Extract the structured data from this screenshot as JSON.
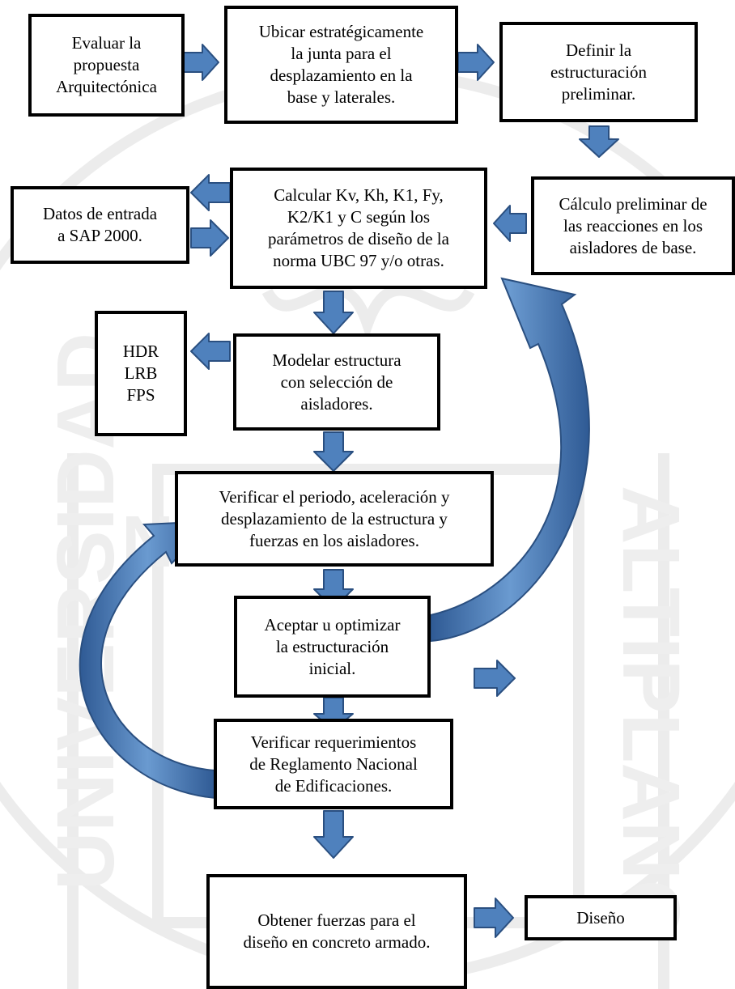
{
  "colors": {
    "arrow_fill": "#4f81bd",
    "arrow_stroke": "#2a4f80",
    "box_border": "#000000",
    "watermark": "#ececec"
  },
  "watermark": {
    "text_left": "UNIVERSIDAD",
    "text_right": "ALTIPLANO",
    "text_center": "NA"
  },
  "boxes": {
    "evaluar": "Evaluar la\npropuesta\nArquitectónica",
    "ubicar": "Ubicar estratégicamente\nla junta para el\ndesplazamiento en la\nbase y laterales.",
    "definir": "Definir la\nestructuración\npreliminar.",
    "datos": "Datos de entrada\na SAP 2000.",
    "calcular": "Calcular Kv, Kh, K1, Fy,\nK2/K1 y C según los\nparámetros de diseño de la\nnorma UBC 97 y/o otras.",
    "calculo_preliminar": "Cálculo preliminar de\nlas reacciones en los\naisladores de base.",
    "tipos": "HDR\nLRB\nFPS",
    "modelar": "Modelar estructura\ncon selección de\naisladores.",
    "verificar_periodo": "Verificar el periodo, aceleración y\ndesplazamiento de la estructura y\nfuerzas en los aisladores.",
    "aceptar": "Aceptar u optimizar\nla estructuración\ninicial.",
    "verificar_rne": "Verificar requerimientos\nde Reglamento Nacional\nde Edificaciones.",
    "obtener": "Obtener fuerzas para el\ndiseño en concreto armado.",
    "diseno": "Diseño"
  }
}
